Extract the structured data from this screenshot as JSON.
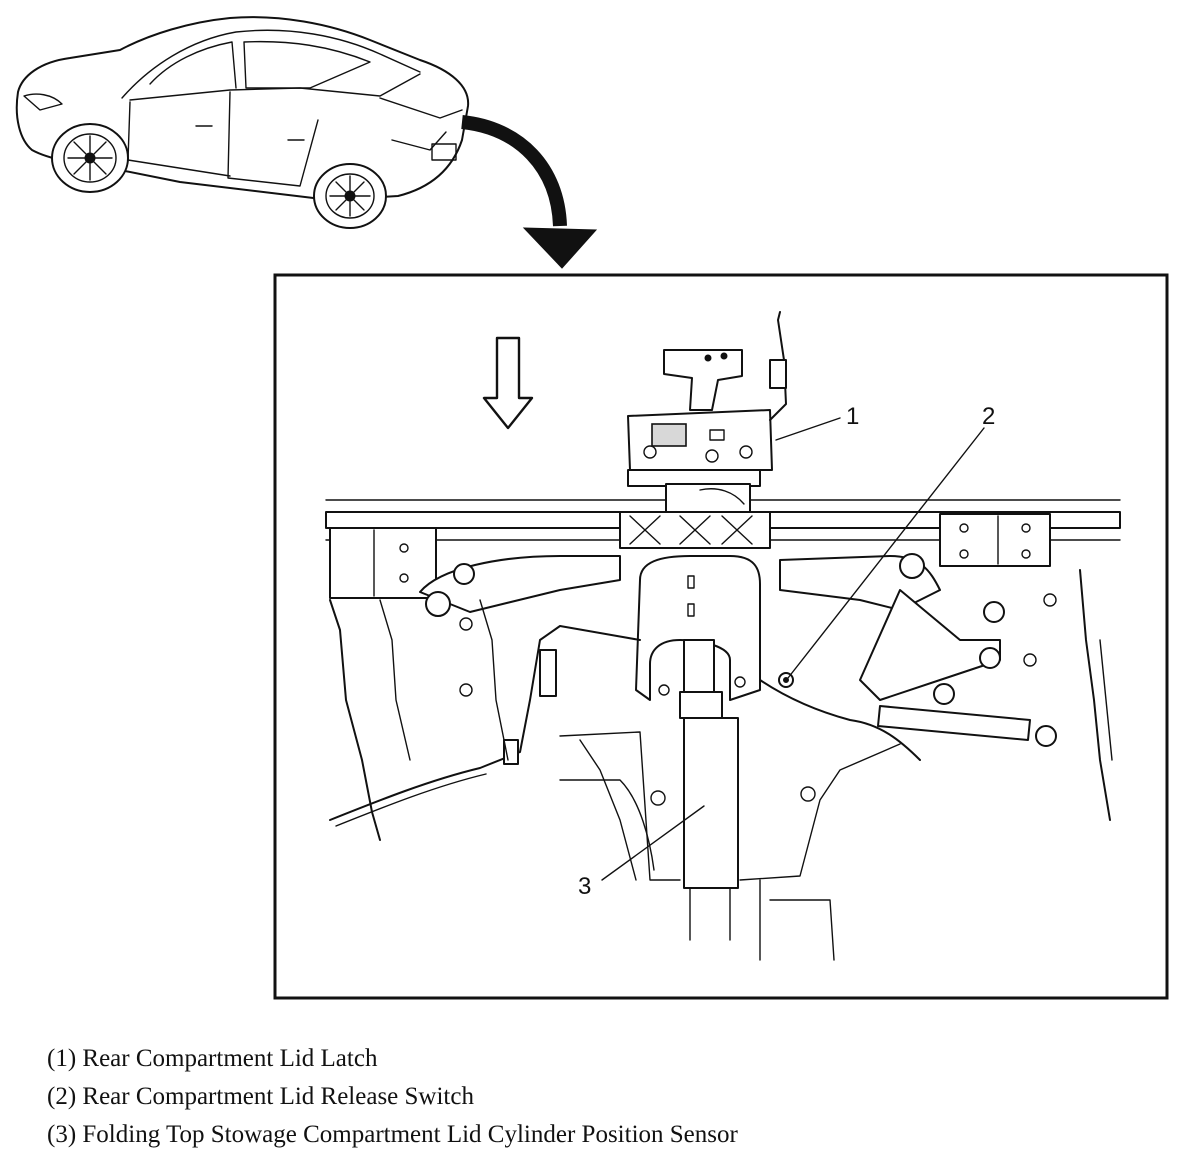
{
  "callouts": {
    "c1": "1",
    "c2": "2",
    "c3": "3"
  },
  "legend": [
    "(1) Rear Compartment Lid Latch",
    "(2) Rear Compartment Lid Release Switch",
    "(3) Folding Top Stowage Compartment Lid Cylinder Position Sensor"
  ],
  "icons": {
    "vehicle": "vehicle-locator-icon",
    "location_arrow": "curved-arrow-icon",
    "view_direction": "down-arrow-icon"
  }
}
